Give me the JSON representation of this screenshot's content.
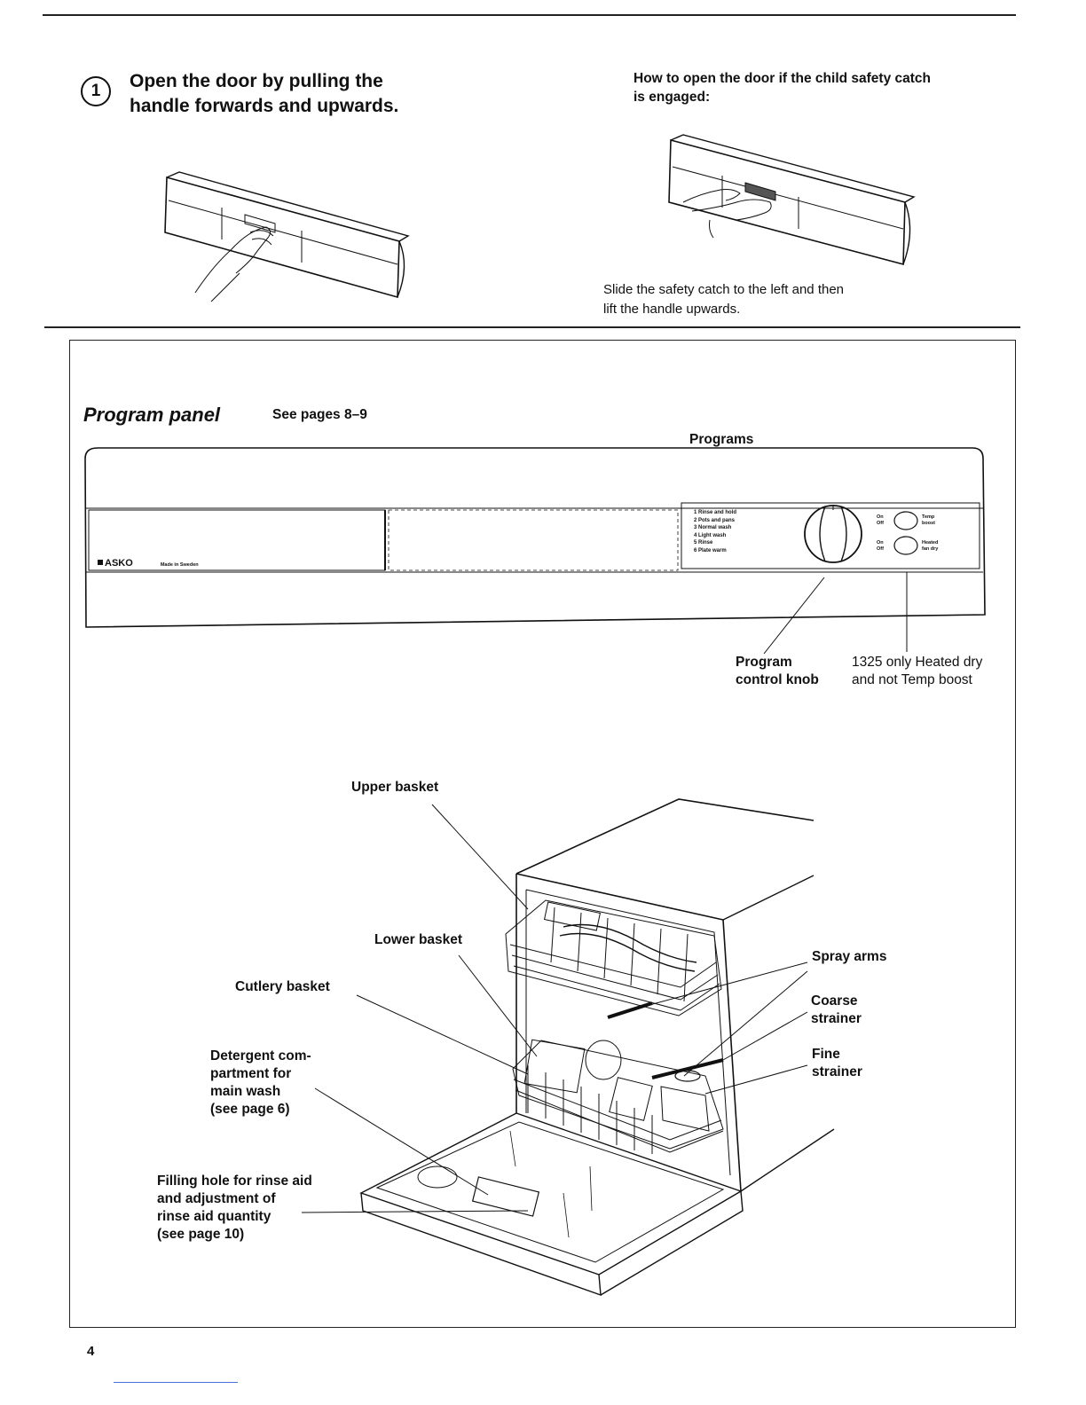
{
  "step": {
    "number": "1",
    "instruction_line1": "Open the door by pulling the",
    "instruction_line2": "handle forwards and upwards."
  },
  "safety": {
    "heading_line1": "How to open the door if the child safety catch",
    "heading_line2": "is engaged:",
    "caption_line1": "Slide the safety catch to the left and then",
    "caption_line2": "lift the handle upwards."
  },
  "panel": {
    "title": "Program panel",
    "see_pages": "See pages 8–9",
    "programs_label": "Programs",
    "brand": "ASKO",
    "brand_sub": "Made in Sweden",
    "program_list": [
      "1  Rinse and hold",
      "2  Pots and pans",
      "3  Normal wash",
      "4  Light wash",
      "5  Rinse",
      "6  Plate warm"
    ],
    "switch1_on": "On",
    "switch1_off": "Off",
    "switch1_label_line1": "Temp",
    "switch1_label_line2": "boost",
    "switch2_on": "On",
    "switch2_off": "Off",
    "switch2_label_line1": "Heated",
    "switch2_label_line2": "fan dry",
    "knob_label_line1": "Program",
    "knob_label_line2": "control knob",
    "note_line1": "1325 only Heated dry",
    "note_line2": "and not Temp boost"
  },
  "diagram": {
    "upper_basket": "Upper basket",
    "lower_basket": "Lower basket",
    "cutlery_basket": "Cutlery basket",
    "detergent_line1": "Detergent com-",
    "detergent_line2": "partment for",
    "detergent_line3": "main wash",
    "detergent_line4": "(see page 6)",
    "rinse_line1": "Filling hole for rinse aid",
    "rinse_line2": "and adjustment of",
    "rinse_line3": "rinse aid quantity",
    "rinse_line4": "(see page 10)",
    "spray_arms": "Spray arms",
    "coarse_line1": "Coarse",
    "coarse_line2": "strainer",
    "fine_line1": "Fine",
    "fine_line2": "strainer"
  },
  "page_number": "4"
}
